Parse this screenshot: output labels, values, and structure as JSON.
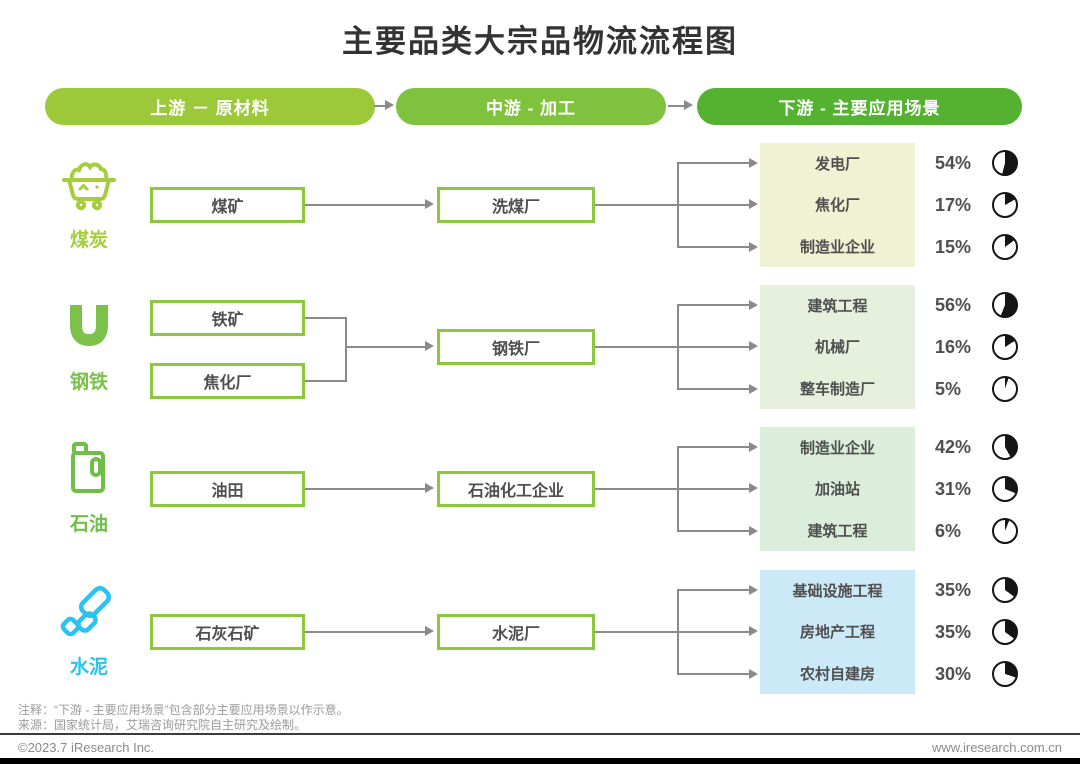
{
  "title": "主要品类大宗品物流流程图",
  "stages": [
    {
      "label": "上游 － 原材料",
      "color": "#9cc93a"
    },
    {
      "label": "中游 - 加工",
      "color": "#7fc23d"
    },
    {
      "label": "下游 - 主要应用场景",
      "color": "#54b230"
    }
  ],
  "rows": [
    {
      "category": "煤炭",
      "icon": "coal-cart-icon",
      "accent": "#a6ce3b",
      "upstream": [
        "煤矿"
      ],
      "midstream": "洗煤厂",
      "downstream": {
        "bg": "#eff2d3",
        "items": [
          {
            "label": "发电厂",
            "percent": "54%",
            "value": 54
          },
          {
            "label": "焦化厂",
            "percent": "17%",
            "value": 17
          },
          {
            "label": "制造业企业",
            "percent": "15%",
            "value": 15
          }
        ]
      }
    },
    {
      "category": "钢铁",
      "icon": "magnet-icon",
      "accent": "#7cc24a",
      "upstream": [
        "铁矿",
        "焦化厂"
      ],
      "midstream": "钢铁厂",
      "downstream": {
        "bg": "#e6f0dc",
        "items": [
          {
            "label": "建筑工程",
            "percent": "56%",
            "value": 56
          },
          {
            "label": "机械厂",
            "percent": "16%",
            "value": 16
          },
          {
            "label": "整车制造厂",
            "percent": "5%",
            "value": 5
          }
        ]
      }
    },
    {
      "category": "石油",
      "icon": "oil-can-icon",
      "accent": "#6fbf47",
      "upstream": [
        "油田"
      ],
      "midstream": "石油化工企业",
      "downstream": {
        "bg": "#daeedb",
        "items": [
          {
            "label": "制造业企业",
            "percent": "42%",
            "value": 42
          },
          {
            "label": "加油站",
            "percent": "31%",
            "value": 31
          },
          {
            "label": "建筑工程",
            "percent": "6%",
            "value": 6
          }
        ]
      }
    },
    {
      "category": "水泥",
      "icon": "cement-bricks-icon",
      "accent": "#29c2f1",
      "upstream": [
        "石灰石矿"
      ],
      "midstream": "水泥厂",
      "downstream": {
        "bg": "#cce9f7",
        "items": [
          {
            "label": "基础设施工程",
            "percent": "35%",
            "value": 35
          },
          {
            "label": "房地产工程",
            "percent": "35%",
            "value": 35
          },
          {
            "label": "农村自建房",
            "percent": "30%",
            "value": 30
          }
        ]
      }
    }
  ],
  "notes": [
    "注释：“下游 - 主要应用场景”包含部分主要应用场景以作示意。",
    "来源：国家统计局，艾瑞咨询研究院自主研究及绘制。"
  ],
  "footer": {
    "left": "©2023.7 iResearch Inc.",
    "right": "www.iresearch.com.cn"
  }
}
